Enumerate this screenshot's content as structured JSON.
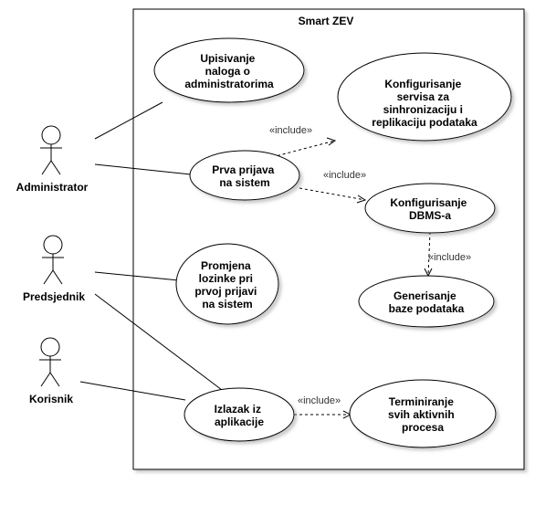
{
  "system": {
    "title": "Smart ZEV"
  },
  "actors": {
    "administrator": "Administrator",
    "predsjednik": "Predsjednik",
    "korisnik": "Korisnik"
  },
  "use_cases": {
    "upisivanje": [
      "Upisivanje",
      "naloga o",
      "administratorima"
    ],
    "konfig_servisa": [
      "Konfigurisanje",
      "servisa za",
      "sinhronizaciju i",
      "replikaciju podataka"
    ],
    "prva_prijava": [
      "Prva prijava",
      "na sistem"
    ],
    "konfig_dbms": [
      "Konfigurisanje",
      "DBMS-a"
    ],
    "promjena": [
      "Promjena",
      "lozinke pri",
      "prvoj prijavi",
      "na sistem"
    ],
    "generisanje": [
      "Generisanje",
      "baze podataka"
    ],
    "izlazak": [
      "Izlazak iz",
      "aplikacije"
    ],
    "terminiranje": [
      "Terminiranje",
      "svih aktivnih",
      "procesa"
    ]
  },
  "include_label": "«include»"
}
